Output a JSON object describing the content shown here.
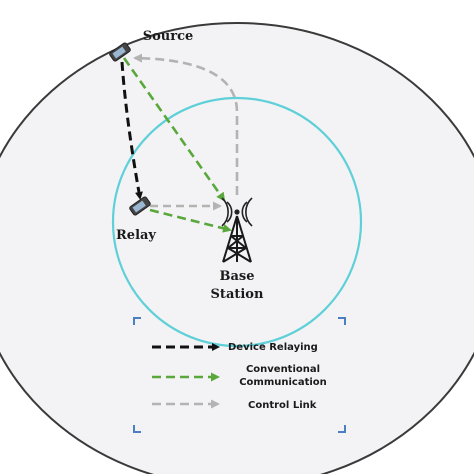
{
  "diagram": {
    "labels": {
      "source": "Source",
      "relay": "Relay",
      "base_station_line1": "Base",
      "base_station_line2": "Station"
    },
    "legend": {
      "device_relaying": "Device Relaying",
      "conventional_line1": "Conventional",
      "conventional_line2": "Communication",
      "control_link": "Control Link"
    },
    "colors": {
      "device_relaying": "#111111",
      "conventional": "#5aa83c",
      "control_link": "#b3b3b3",
      "cell_boundary": "#5fd0d8",
      "outer_boundary": "#3a3a3a",
      "background": "#f3f3f5",
      "corner_marks": "#4a7fc1"
    },
    "icons": [
      "phone-icon-source",
      "phone-icon-relay",
      "base-station-tower-icon"
    ]
  }
}
